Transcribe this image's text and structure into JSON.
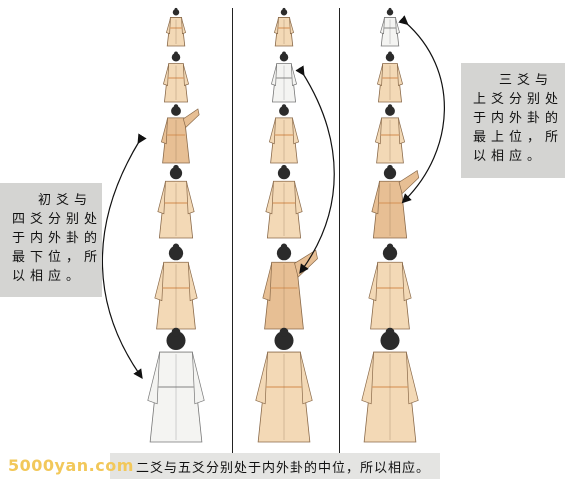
{
  "callout_left": {
    "lines": [
      "初爻与",
      "四爻分别处",
      "于内外卦的",
      "最下位，所",
      "以相应。"
    ]
  },
  "callout_right": {
    "lines": [
      "三爻与",
      "上爻分别处",
      "于内外卦的",
      "最上位，所",
      "以相应。"
    ]
  },
  "caption": "二爻与五爻分别处于内外卦的中位，所以相应。",
  "watermark": "5000yan.com",
  "colors": {
    "robe": "#f3d9b6",
    "robe_shade": "#e7bf94",
    "robe_highlight": "#d99a62",
    "ink": "#2a2a2a",
    "panel": "#d4d4d2"
  }
}
